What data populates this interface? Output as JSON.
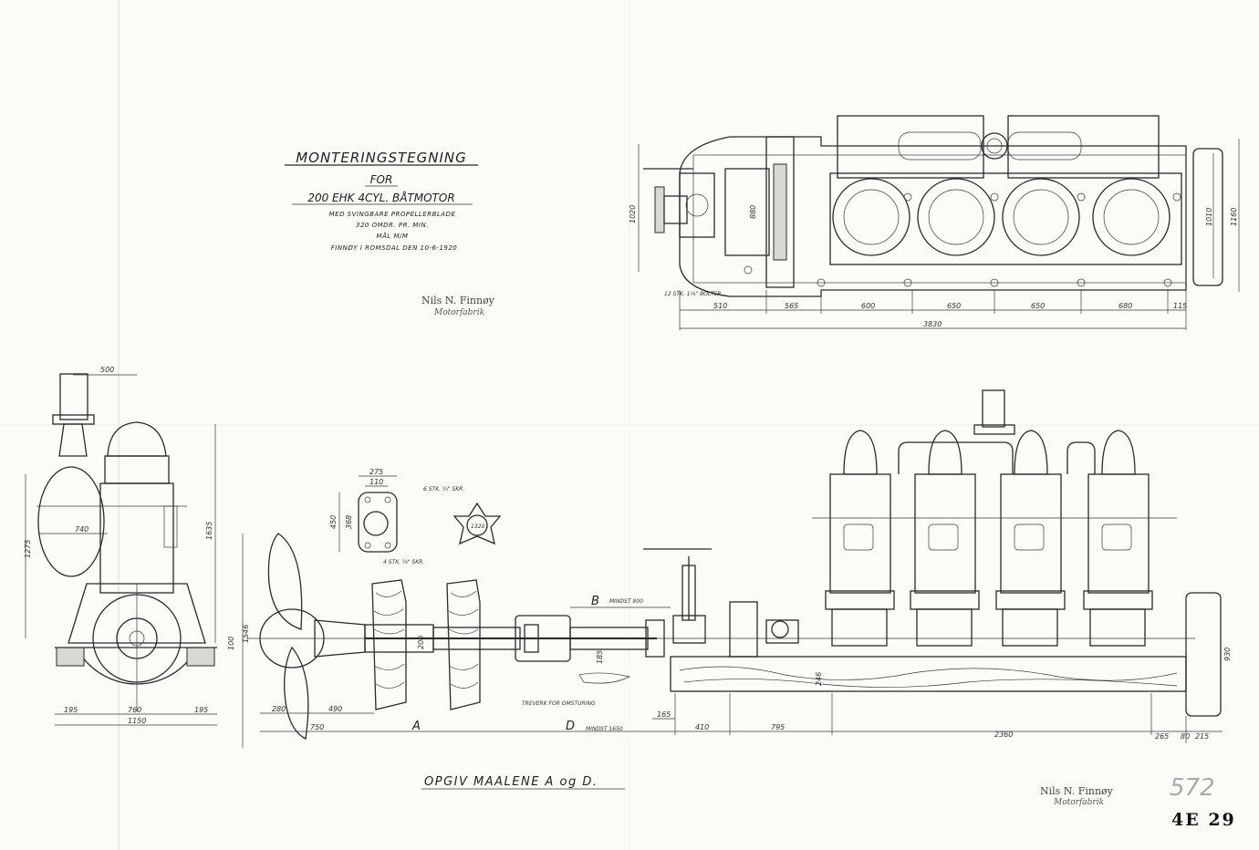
{
  "title": {
    "line1": "MONTERINGSTEGNING",
    "line2": "FOR",
    "line3": "200 EHK  4CYL. BÅTMOTOR",
    "line4": "MED SVINGBARE PROPELLERBLADE",
    "line5": "320 OMDR. PR. MIN.",
    "line6": "MÅL M/M",
    "line7": "FINNØY I ROMSDAL DEN  10-6-1920"
  },
  "stamp_top": {
    "name": "Nils N. Finnøy",
    "sub": "Motorfabrik"
  },
  "stamp_bottom": {
    "name": "Nils N. Finnøy",
    "sub": "Motorfabrik"
  },
  "footer_note": "OPGIV  MAALENE A og D.",
  "sheet_number_pencil": "572",
  "drawing_number": "4E 29",
  "plan_view": {
    "bolt_note": "12 STK. 1⅛\" BOLTER",
    "dims_horizontal": [
      "510",
      "565",
      "600",
      "650",
      "650",
      "680",
      "115"
    ],
    "overall": "3830",
    "dims_vertical": [
      "1020",
      "880",
      "1010",
      "1160"
    ]
  },
  "end_view": {
    "dims": [
      "500",
      "740",
      "1275",
      "1635",
      "100",
      "195",
      "760",
      "195",
      "1150"
    ]
  },
  "coupling_detail": {
    "dims": [
      "275",
      "110",
      "450",
      "368"
    ],
    "note_bolts": "4 STK. ⅝\" SKR.",
    "note_screws": "6 STK. ¾\" SKR.",
    "hub_label": "1320"
  },
  "side_view": {
    "letters": [
      "A",
      "B",
      "D"
    ],
    "label_B": "MINDST 800",
    "label_D": "MINDST 1650",
    "wood_note": "TREVERK FOR OMSTURING",
    "shaft_dia": "200",
    "shaft_small": "185",
    "height_1546": "1546",
    "dims_bottom": [
      "280",
      "490",
      "750",
      "165",
      "410",
      "795",
      "2360",
      "265",
      "80",
      "215"
    ],
    "dims_misc": [
      "246",
      "930"
    ]
  }
}
